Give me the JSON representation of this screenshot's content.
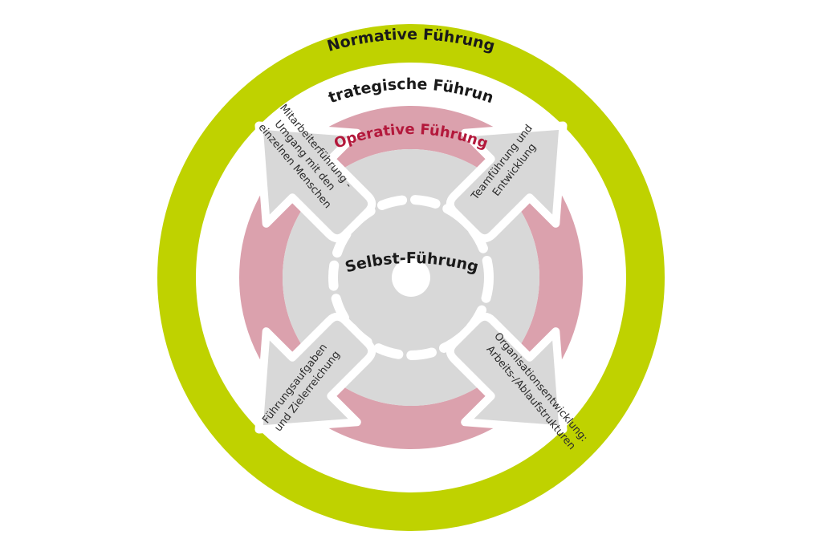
{
  "colors": {
    "normative_ring": "#bfd200",
    "operative_ring": "#dba1ad",
    "inner_disc": "#d8d8d8",
    "arrows": "#d8d8d8",
    "background": "#ffffff"
  },
  "rings": {
    "normative": "Normative Führung",
    "strategic": "Strategische Führung",
    "operative": "Operative Führung"
  },
  "center": {
    "label": "Selbst-Führung"
  },
  "arrows": {
    "top_left": [
      "Mitarbeiterführung -",
      "Umgang mit den",
      "einzelnen Menschen"
    ],
    "top_right": [
      "Teamführung und",
      "Entwicklung"
    ],
    "bottom_left": [
      "Führungsaufgaben",
      "und Zielerreichung"
    ],
    "bottom_right": [
      "Organisationsentwicklung:",
      "Arbeits-/Ablaufstrukturen"
    ]
  }
}
